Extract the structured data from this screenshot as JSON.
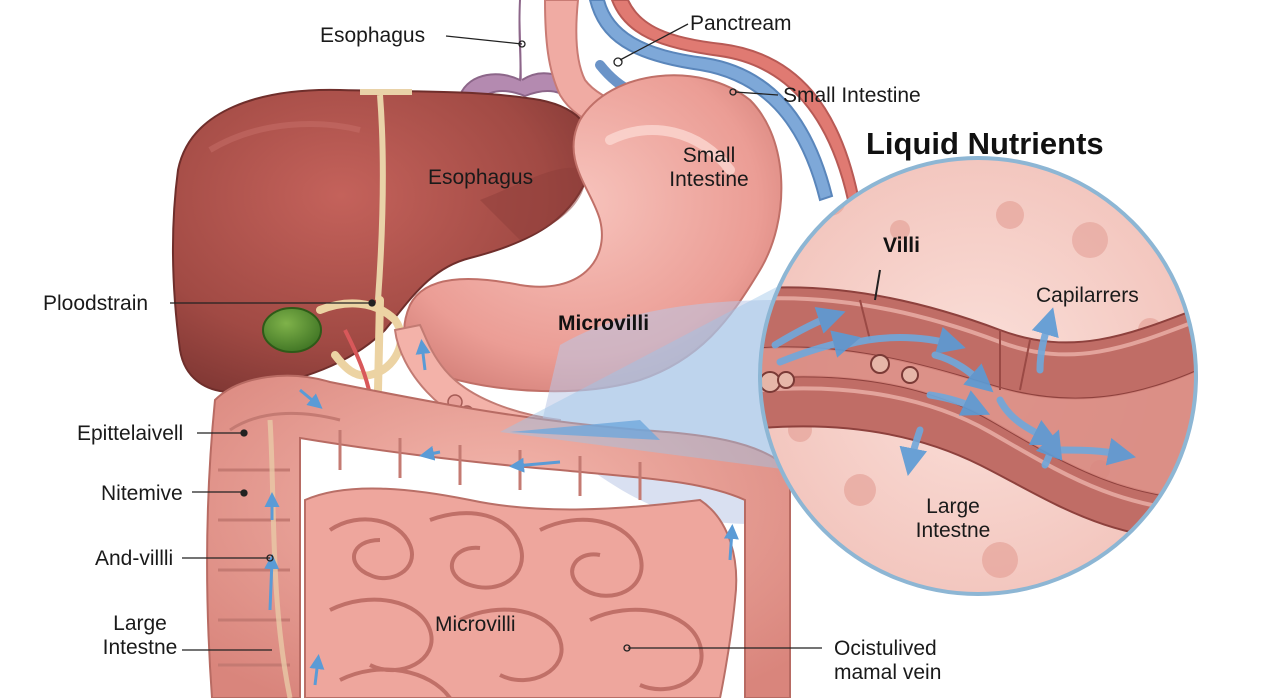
{
  "diagram": {
    "title": "Liquid Nutrients",
    "callouts_left": [
      "Ploodstrain",
      "Epittelaivell",
      "Nitemive",
      "And-villli"
    ],
    "callouts_top": {
      "esophagus": "Esophagus",
      "pancreas": "Panctream",
      "small_intestine": "Small Intestine"
    },
    "organ_labels": {
      "liver": "Esophagus",
      "stomach": "Small\nIntestine",
      "duodenum": "Microvilli",
      "small_intestine": "Microvilli"
    },
    "large_intestine_left": "Large\nIntestne",
    "vein_label": "Ocistulived\nmamal vein",
    "inset": {
      "villi": "Villi",
      "capillaries": "Capilarrers",
      "large_intestine": "Large\nIntestne"
    },
    "colors": {
      "liver": "#a14a44",
      "stomach": "#eb9d95",
      "intestine": "#e8998f",
      "gallbladder": "#4e8a2a",
      "vessel_blue": "#6aa4d4",
      "vessel_red": "#d8585a",
      "arrow_blue": "#6fa8dc",
      "inset_border": "#8db6d4"
    }
  }
}
